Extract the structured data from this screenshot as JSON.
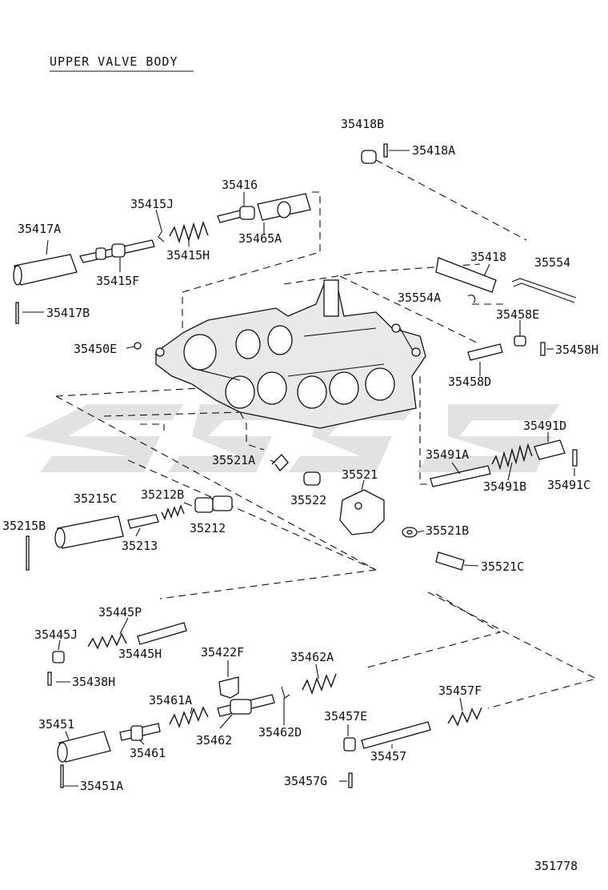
{
  "title": "UPPER VALVE BODY",
  "illustration_number": "351778",
  "parts": {
    "p35418B": "35418B",
    "p35418A": "35418A",
    "p35416": "35416",
    "p35415J": "35415J",
    "p35417A": "35417A",
    "p35465A": "35465A",
    "p35415H": "35415H",
    "p35415F": "35415F",
    "p35418": "35418",
    "p35554": "35554",
    "p35554A": "35554A",
    "p35417B": "35417B",
    "p35458E": "35458E",
    "p35450E": "35450E",
    "p35458H": "35458H",
    "p35458D": "35458D",
    "p35491D": "35491D",
    "p35521A": "35521A",
    "p35491A": "35491A",
    "p35521": "35521",
    "p35522": "35522",
    "p35491B": "35491B",
    "p35491C": "35491C",
    "p35215C": "35215C",
    "p35212B": "35212B",
    "p35215B": "35215B",
    "p35212": "35212",
    "p35213": "35213",
    "p35521B": "35521B",
    "p35521C": "35521C",
    "p35445P": "35445P",
    "p35445J": "35445J",
    "p35445H": "35445H",
    "p35422F": "35422F",
    "p35462A": "35462A",
    "p35438H": "35438H",
    "p35457F": "35457F",
    "p35461A": "35461A",
    "p35451": "35451",
    "p35457E": "35457E",
    "p35462D": "35462D",
    "p35462": "35462",
    "p35461": "35461",
    "p35457": "35457",
    "p35457G": "35457G",
    "p35451A": "35451A"
  }
}
